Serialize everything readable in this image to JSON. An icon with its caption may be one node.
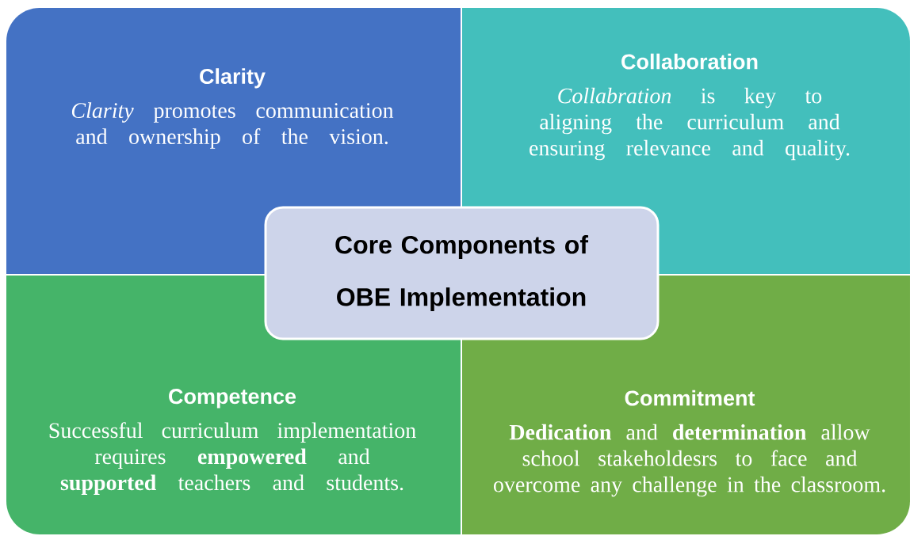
{
  "diagram": {
    "nodes": [
      {
        "text": [
          "Clarity",
          "*Clarity* promotes communication and ownership of the vision."
        ]
      },
      {
        "text": [
          "Collaboration",
          "*Collabration* is key to aligning the curriculum and ensuring relevance and quality."
        ]
      },
      {
        "text": [
          "Core Components of OBE Implementation"
        ]
      },
      {
        "text": [
          "Competence",
          "Successful curriculum implementation requires **empowered** and **supported** teachers and students."
        ]
      },
      {
        "text": [
          "Commitment",
          "**Dedication** and **determination** allow school stakeholdesrs to face and overcome any challenge in the classroom."
        ]
      }
    ]
  }
}
